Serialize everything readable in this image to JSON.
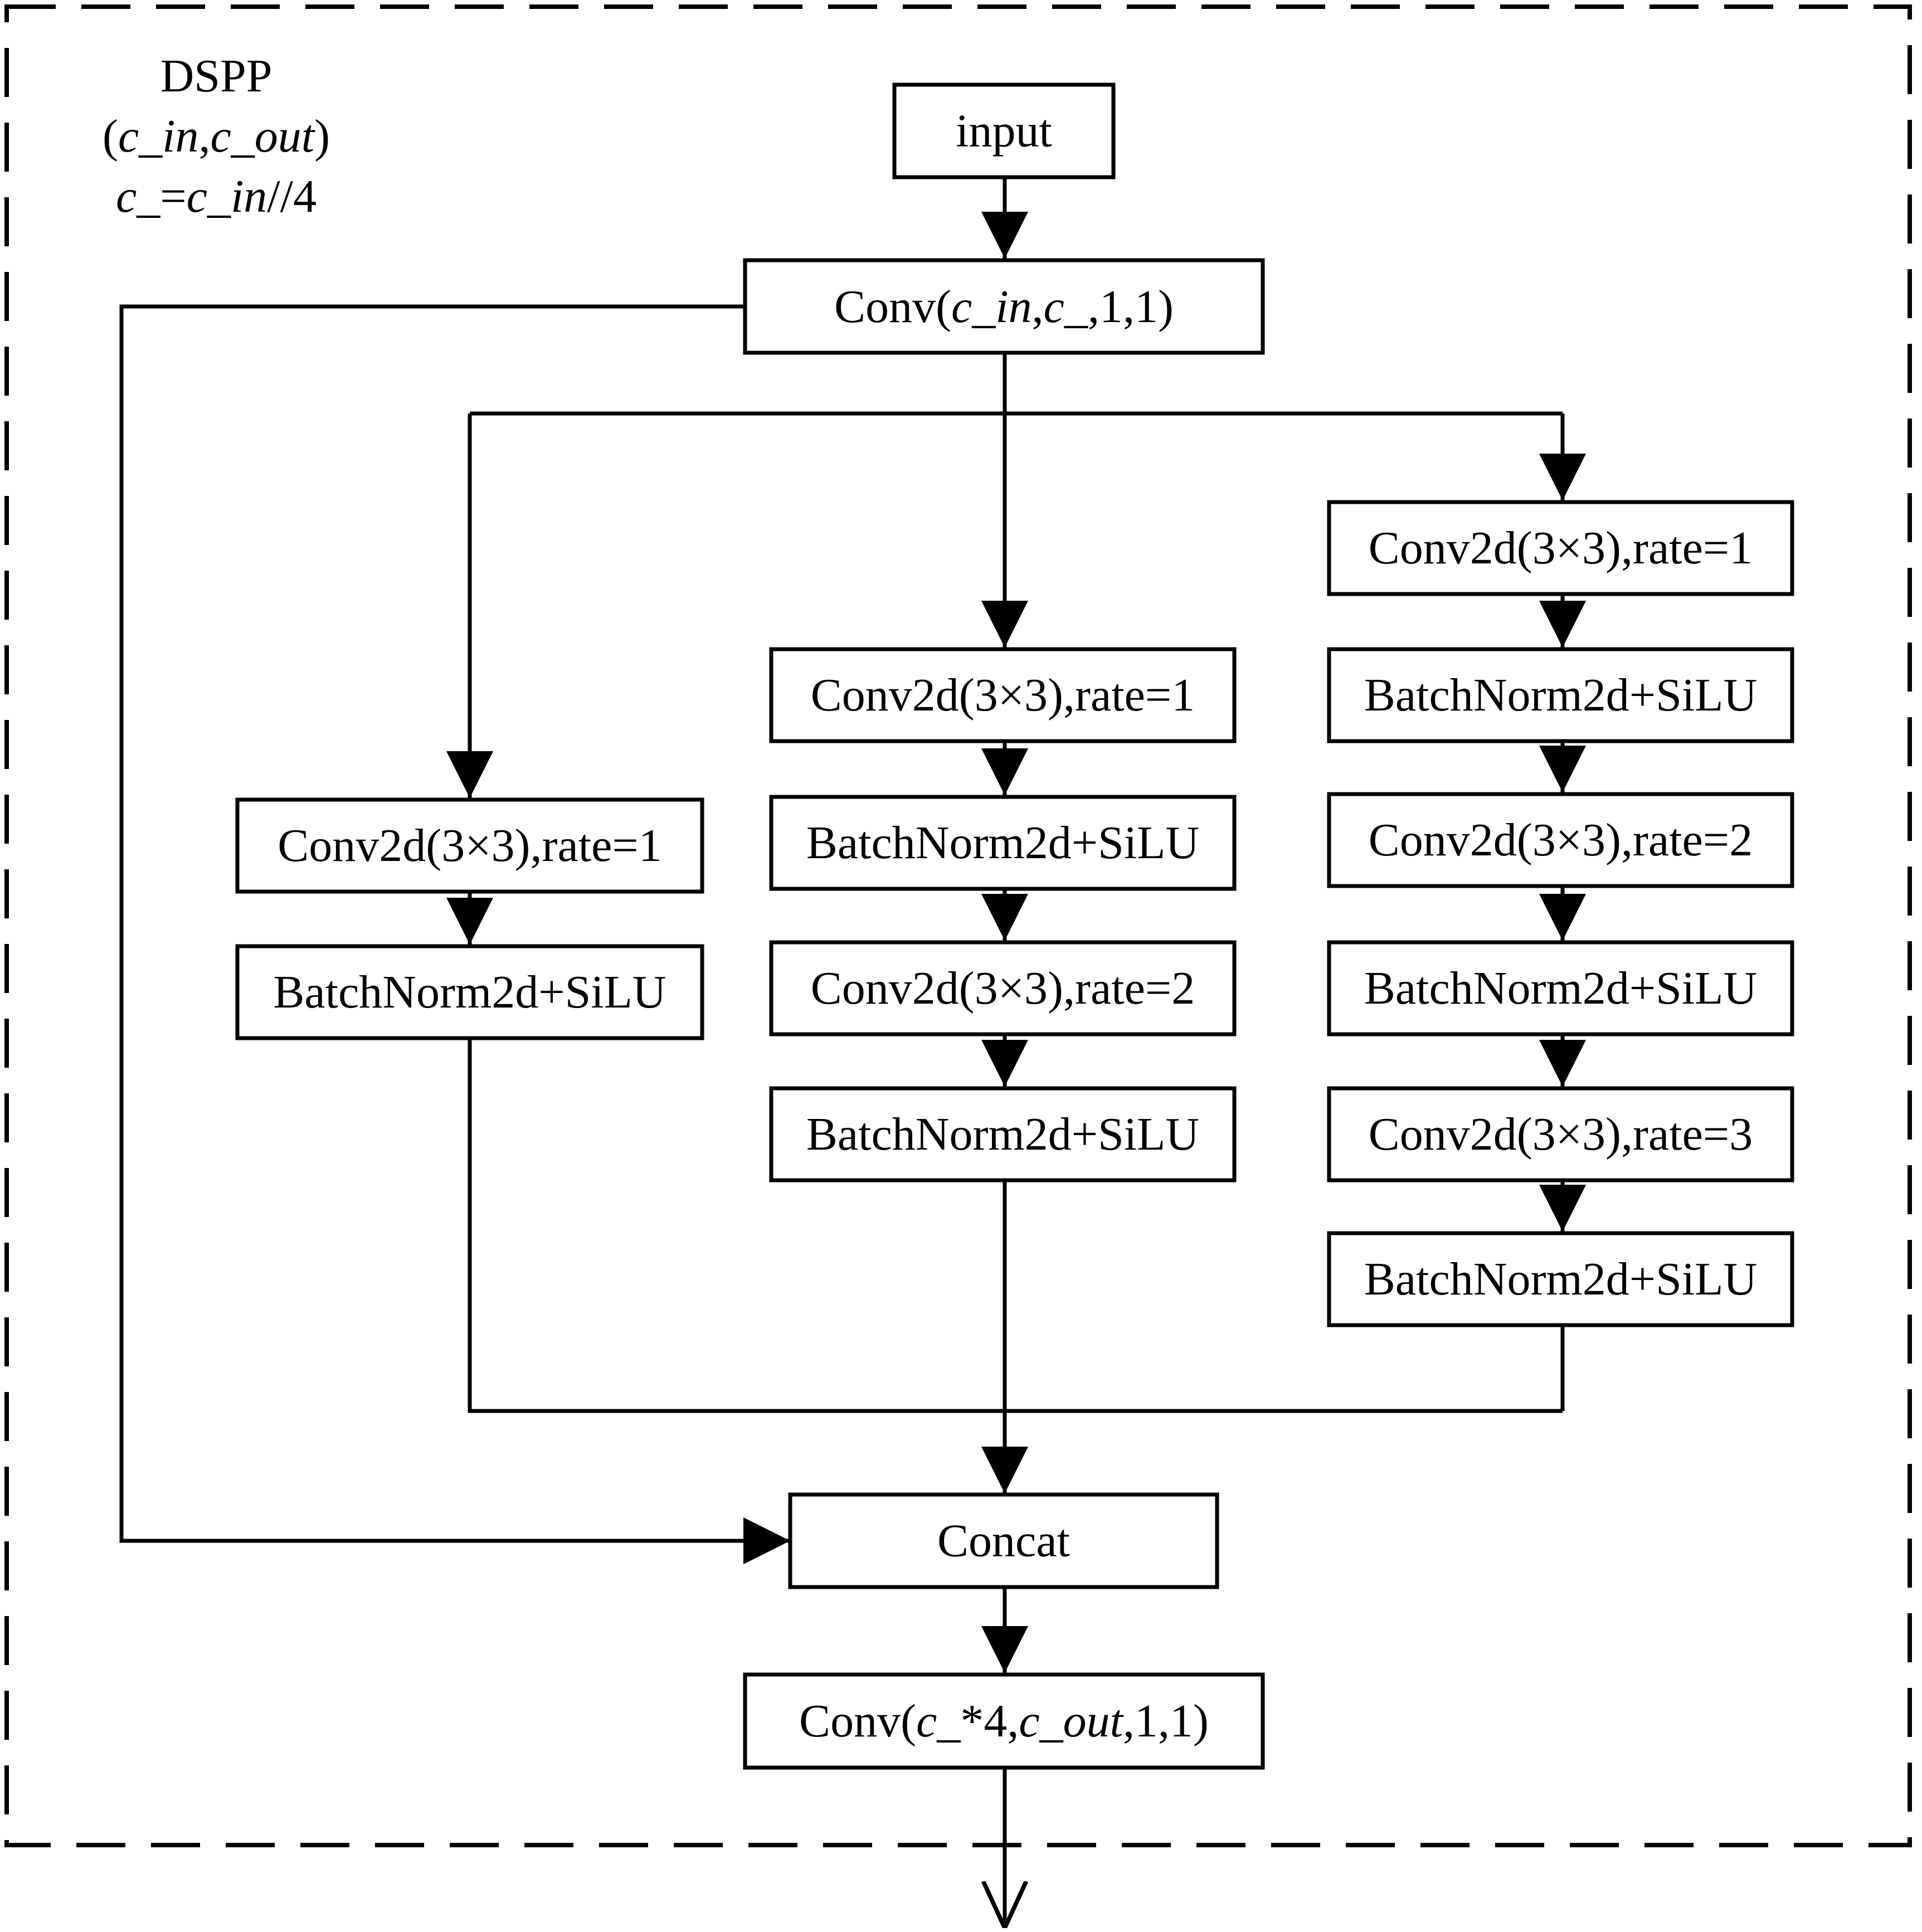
{
  "header": {
    "name": "DSPP",
    "signature": {
      "open": "(",
      "arg1": "c_in",
      "comma": ",",
      "arg2": "c_out",
      "close": ")"
    },
    "definition": {
      "lhs": "c_",
      "eq": "=",
      "rhs": "c_in",
      "suffix": "//4"
    }
  },
  "input": {
    "label": "input"
  },
  "conv_in": {
    "prefix": "Conv(",
    "arg1": "c_in",
    "comma": ",",
    "arg2": "c_",
    "suffix": ",1,1)"
  },
  "branch1": [
    "Conv2d(3×3),rate=1",
    "BatchNorm2d+SiLU"
  ],
  "branch2": [
    "Conv2d(3×3),rate=1",
    "BatchNorm2d+SiLU",
    "Conv2d(3×3),rate=2",
    "BatchNorm2d+SiLU"
  ],
  "branch3": [
    "Conv2d(3×3),rate=1",
    "BatchNorm2d+SiLU",
    "Conv2d(3×3),rate=2",
    "BatchNorm2d+SiLU",
    "Conv2d(3×3),rate=3",
    "BatchNorm2d+SiLU"
  ],
  "concat": {
    "label": "Concat"
  },
  "conv_out": {
    "prefix": "Conv(",
    "arg1": "c_",
    "mid": "*4,",
    "arg2": "c_out",
    "suffix": ",1,1)"
  }
}
